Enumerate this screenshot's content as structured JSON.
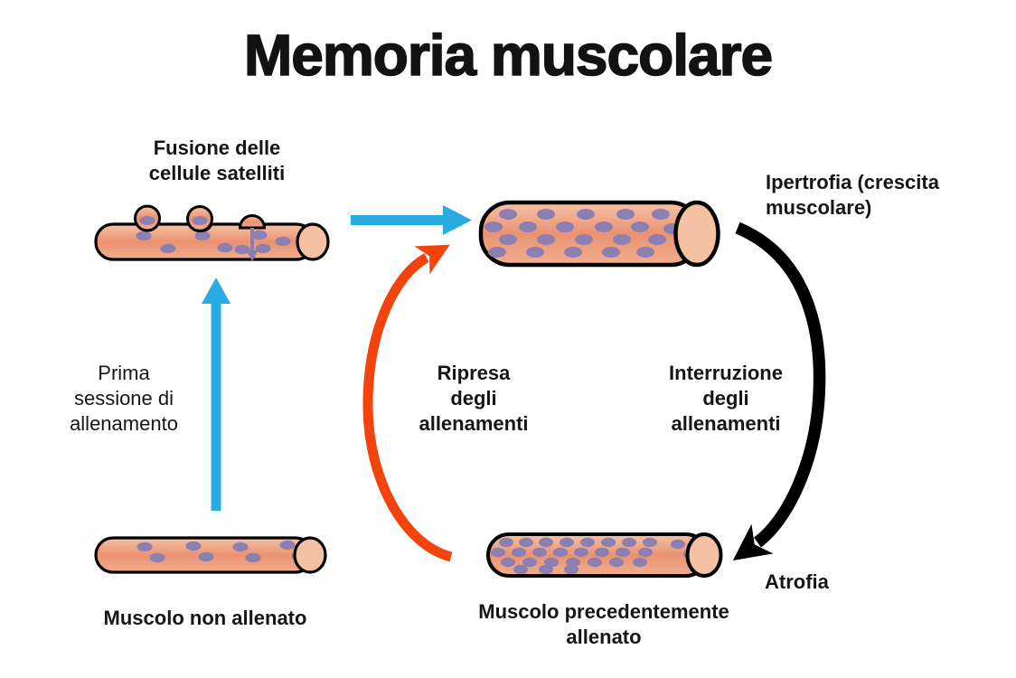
{
  "title": "Memoria muscolare",
  "colors": {
    "arrow_blue": "#29ABE2",
    "arrow_orange": "#F4440E",
    "arrow_black": "#000000",
    "outline": "#000000",
    "muscle_light": "#F5C3A5",
    "muscle_mid": "#EA9272",
    "muscle_soft": "#F0AE8D",
    "muscle_cap": "#F5C1A3",
    "nucleus": "#8C7FB1",
    "text": "#161616"
  },
  "labels": {
    "fusion": {
      "lines": [
        "Fusione delle",
        "cellule satelliti"
      ]
    },
    "hypertrophy": {
      "lines": [
        "Ipertrofia (crescita",
        "muscolare)"
      ]
    },
    "first_session": {
      "lines": [
        "Prima",
        "sessione di",
        "allenamento"
      ]
    },
    "resume_training": {
      "lines": [
        "Ripresa",
        "degli",
        "allenamenti"
      ]
    },
    "stop_training": {
      "lines": [
        "Interruzione",
        "degli",
        "allenamenti"
      ]
    },
    "untrained": "Muscolo non allenato",
    "previously_trained": {
      "lines": [
        "Muscolo precedentemente",
        "allenato"
      ]
    },
    "atrophy": "Atrofia"
  }
}
